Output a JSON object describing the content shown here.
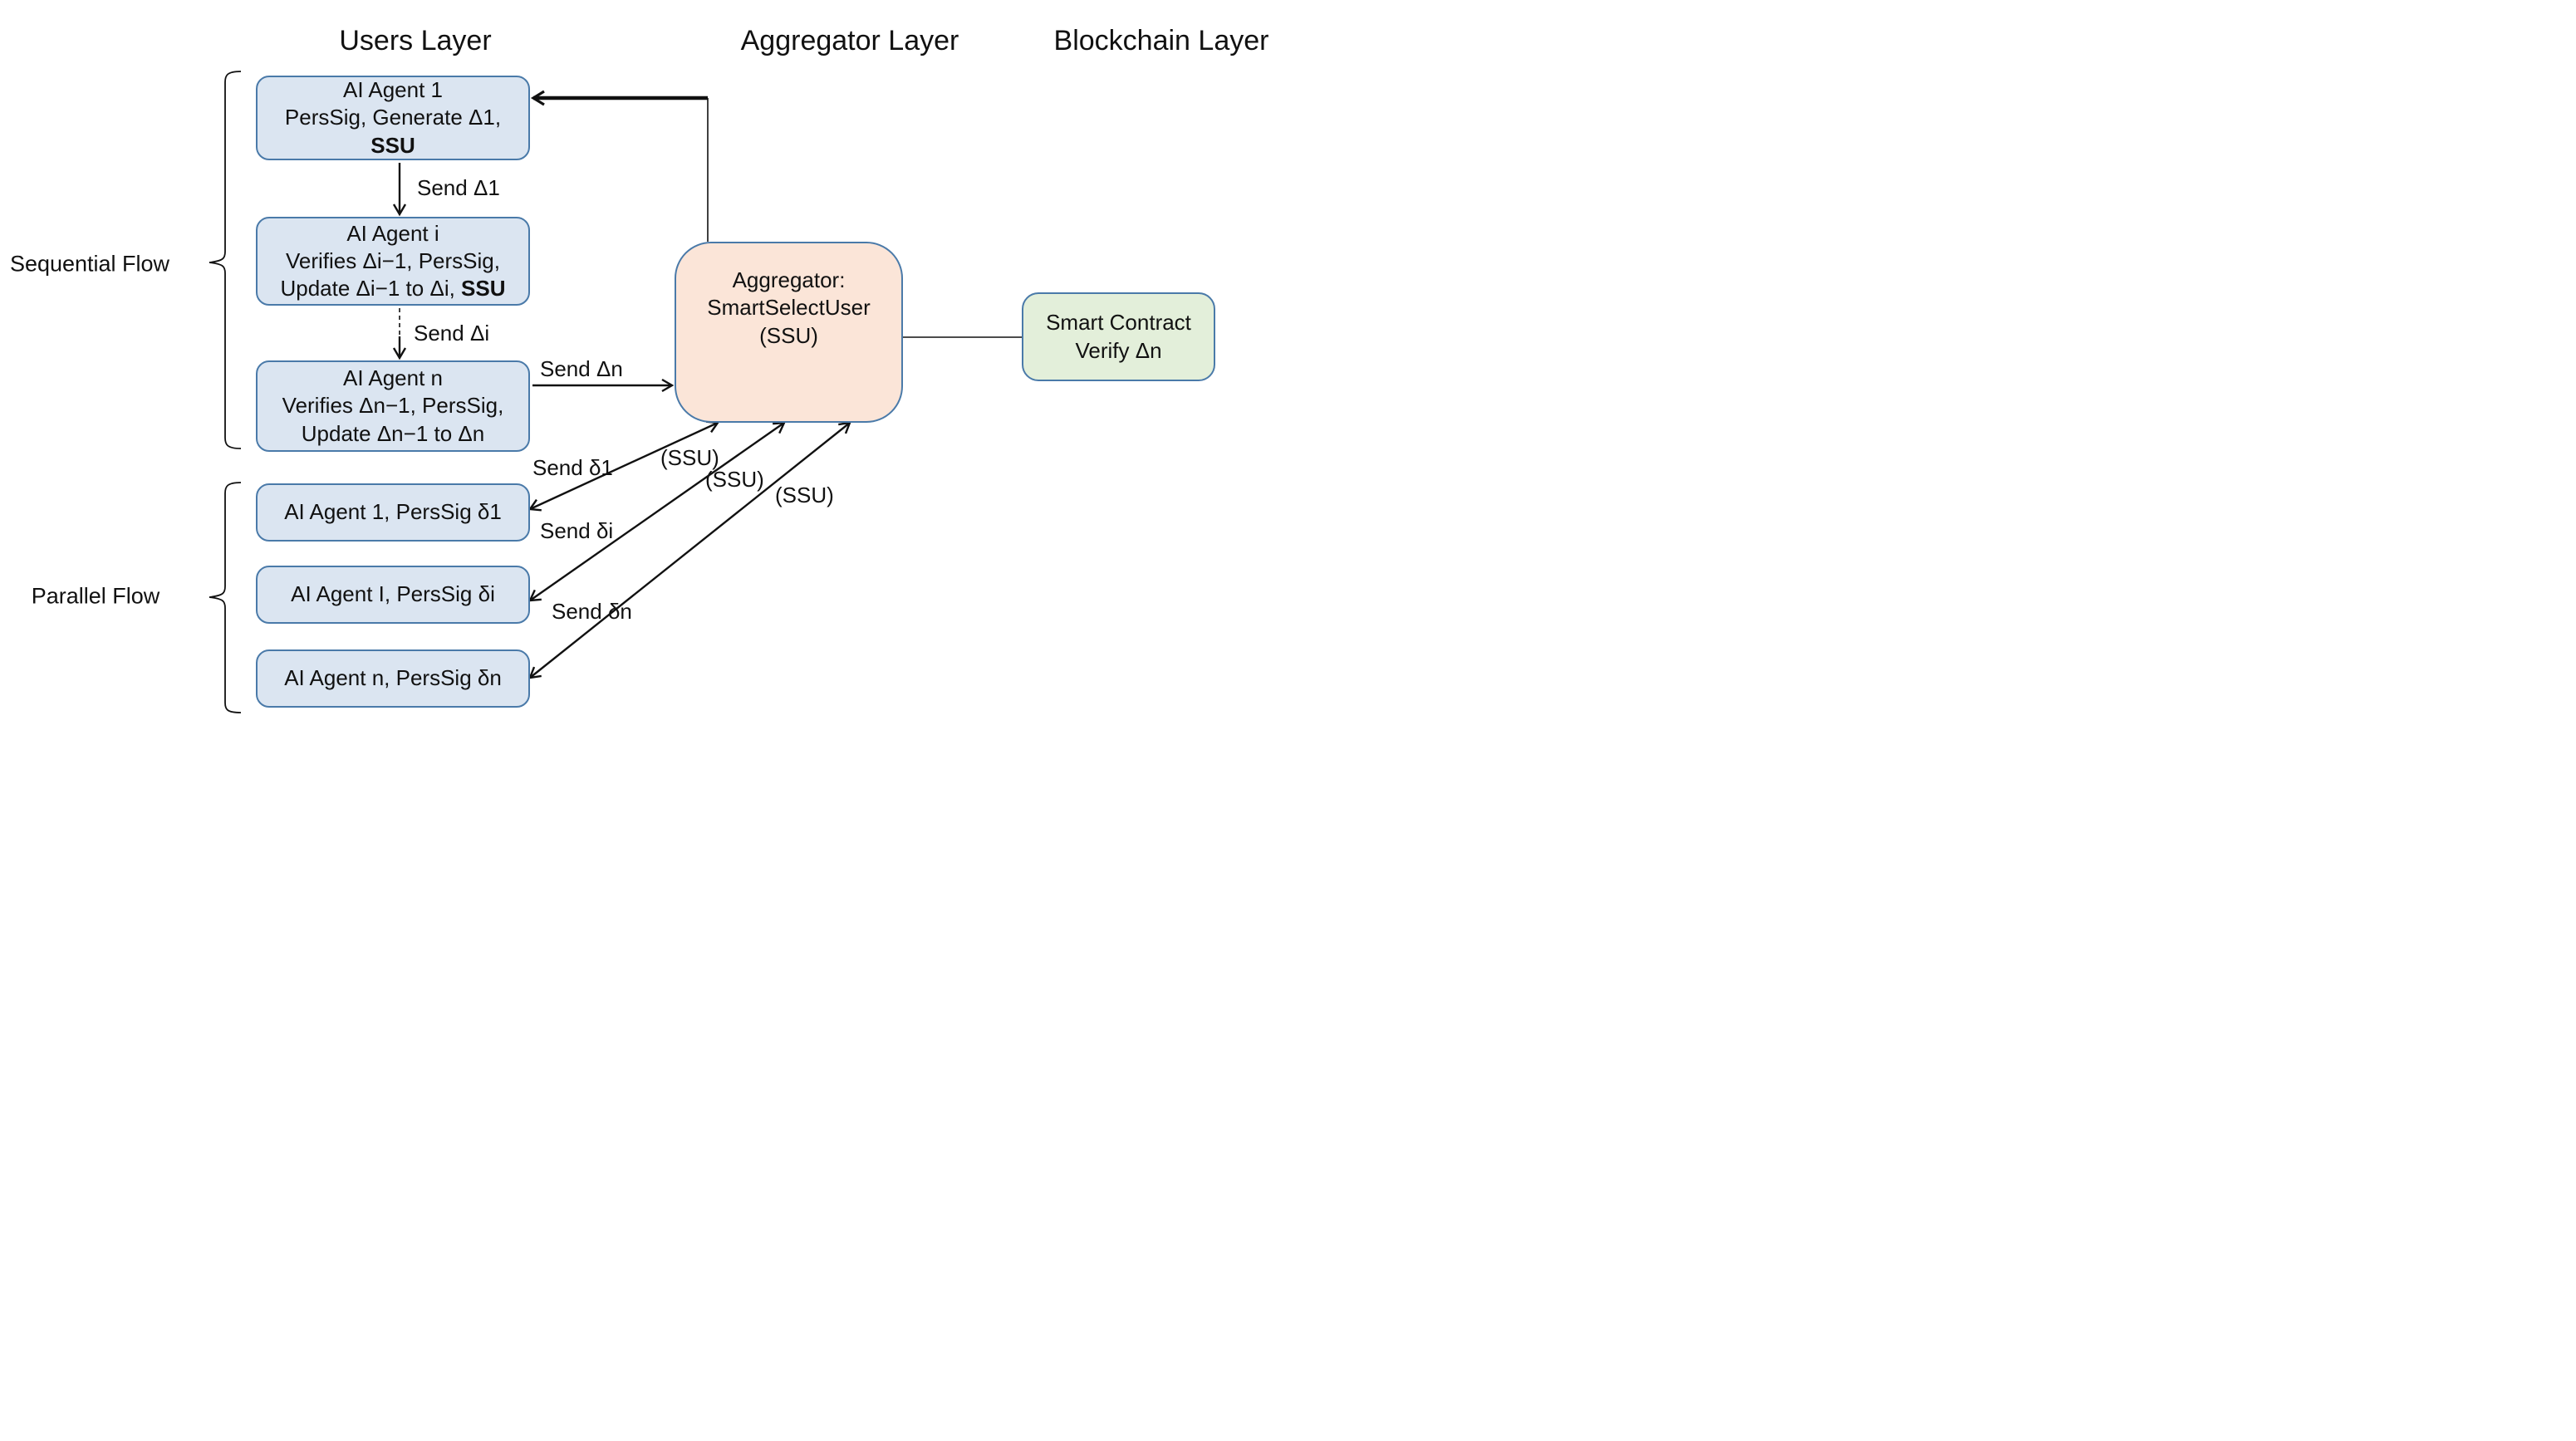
{
  "headers": {
    "users": "Users Layer",
    "aggregator": "Aggregator Layer",
    "blockchain": "Blockchain Layer"
  },
  "flow_labels": {
    "sequential": "Sequential Flow",
    "parallel": "Parallel Flow"
  },
  "sequential_boxes": [
    {
      "line1": "AI Agent 1",
      "line2": "PersSig, Generate Δ1,",
      "line3_prefix": "",
      "line3_bold": "SSU"
    },
    {
      "line1": "AI Agent i",
      "line2": "Verifies Δi−1, PersSig,",
      "line3_prefix": "Update Δi−1 to Δi, ",
      "line3_bold": "SSU"
    },
    {
      "line1": "AI Agent n",
      "line2": "Verifies Δn−1, PersSig,",
      "line3_prefix": "Update Δn−1 to Δn",
      "line3_bold": ""
    }
  ],
  "parallel_boxes": [
    {
      "label": "AI Agent 1, PersSig δ1"
    },
    {
      "label": "AI Agent I, PersSig δi"
    },
    {
      "label": "AI Agent n, PersSig δn"
    }
  ],
  "aggregator": {
    "line1": "Aggregator:",
    "line2": "SmartSelectUser",
    "line3": "(SSU)"
  },
  "smart_contract": {
    "line1": "Smart Contract",
    "line2": "Verify Δn"
  },
  "edge_labels": {
    "send_d1": "Send Δ1",
    "send_di": "Send Δi",
    "send_dn": "Send Δn",
    "send_delta1": "Send δ1",
    "send_deltai": "Send δi",
    "send_deltan": "Send δn",
    "ssu1": "(SSU)",
    "ssu2": "(SSU)",
    "ssu3": "(SSU)"
  },
  "colors": {
    "agent_fill": "#dbe5f1",
    "aggregator_fill": "#fbe5d8",
    "contract_fill": "#e3efda",
    "box_border": "#4a7aa9",
    "line": "#111111",
    "text": "#111111"
  }
}
